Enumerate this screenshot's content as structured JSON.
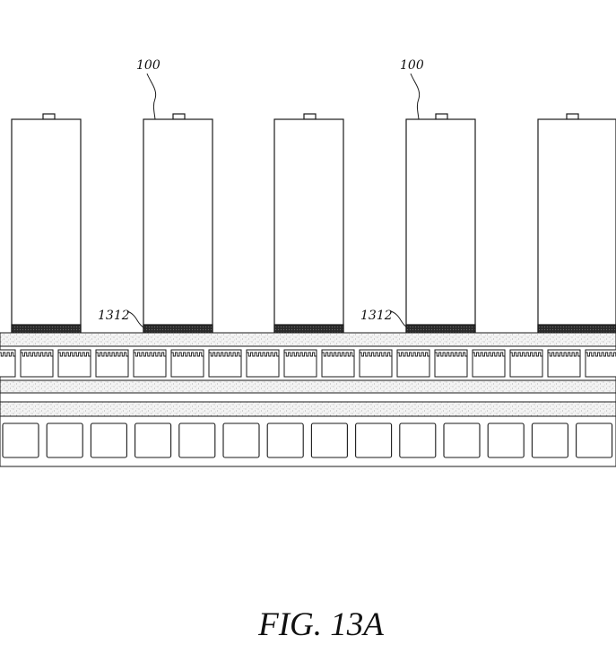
{
  "labels": {
    "ref_cell_left": "100",
    "ref_cell_right": "100",
    "ref_pad_left": "1312",
    "ref_pad_right": "1312"
  },
  "figure_caption": "FIG. 13A",
  "colors": {
    "line": "#1a1a1a",
    "background": "#ffffff",
    "pad_fill": "#222222",
    "speckle": "#8a8a8a"
  }
}
